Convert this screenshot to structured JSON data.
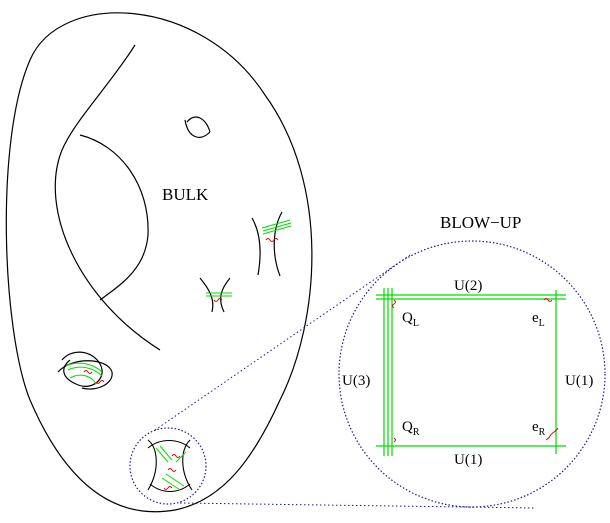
{
  "labels": {
    "bulk": "BULK",
    "blowup": "BLOW−UP",
    "top_group": "U(2)",
    "left_group": "U(3)",
    "right_group": "U(1)",
    "bottom_group": "U(1)",
    "ql": {
      "main": "Q",
      "sub": "L"
    },
    "qr": {
      "main": "Q",
      "sub": "R"
    },
    "el": {
      "main": "e",
      "sub": "L"
    },
    "er": {
      "main": "e",
      "sub": "R"
    }
  },
  "colors": {
    "outline": "#000000",
    "brane": "#00dd00",
    "string": "#e00000",
    "dotted": "#1a1a99"
  }
}
